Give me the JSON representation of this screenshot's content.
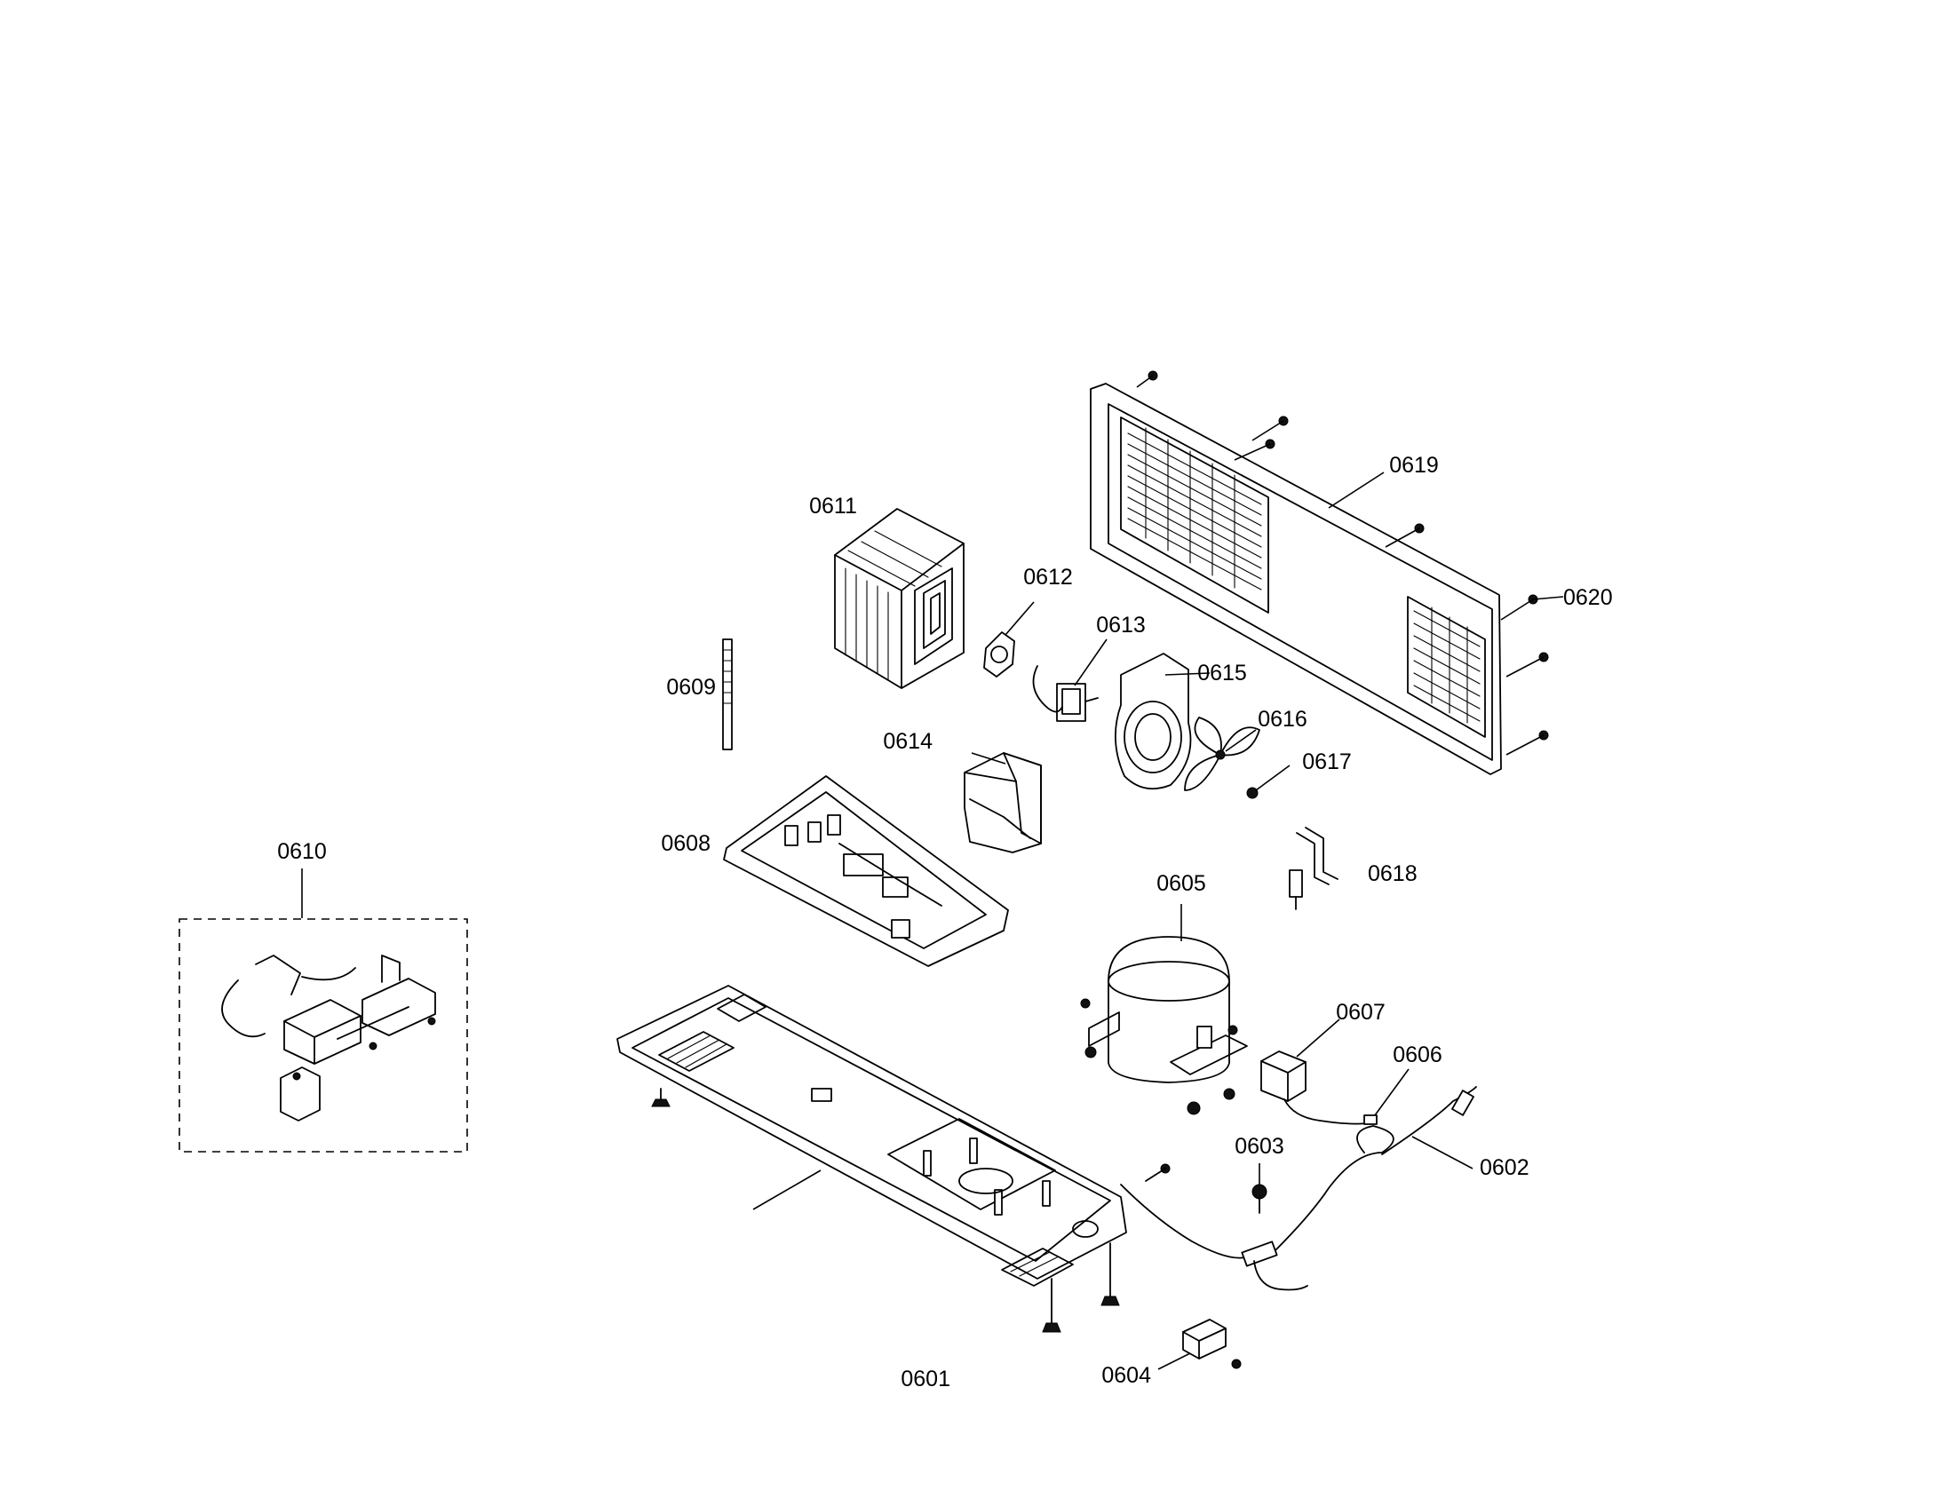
{
  "diagram": {
    "colors": {
      "line": "#000000",
      "background": "#ffffff"
    },
    "parts": [
      {
        "id": "p0601",
        "label": "0601"
      },
      {
        "id": "p0602",
        "label": "0602"
      },
      {
        "id": "p0603",
        "label": "0603"
      },
      {
        "id": "p0604",
        "label": "0604"
      },
      {
        "id": "p0605",
        "label": "0605"
      },
      {
        "id": "p0606",
        "label": "0606"
      },
      {
        "id": "p0607",
        "label": "0607"
      },
      {
        "id": "p0608",
        "label": "0608"
      },
      {
        "id": "p0609",
        "label": "0609"
      },
      {
        "id": "p0610",
        "label": "0610"
      },
      {
        "id": "p0611",
        "label": "0611"
      },
      {
        "id": "p0612",
        "label": "0612"
      },
      {
        "id": "p0613",
        "label": "0613"
      },
      {
        "id": "p0614",
        "label": "0614"
      },
      {
        "id": "p0615",
        "label": "0615"
      },
      {
        "id": "p0616",
        "label": "0616"
      },
      {
        "id": "p0617",
        "label": "0617"
      },
      {
        "id": "p0618",
        "label": "0618"
      },
      {
        "id": "p0619",
        "label": "0619"
      },
      {
        "id": "p0620",
        "label": "0620"
      }
    ]
  }
}
